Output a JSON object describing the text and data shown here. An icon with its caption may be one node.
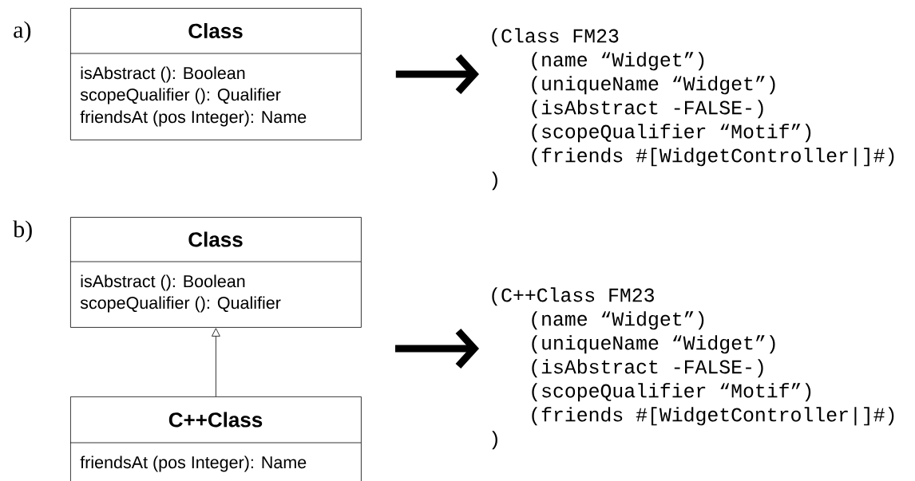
{
  "diagram": {
    "nodes": [
      {
        "text": [
          "Class",
          "isAbstract (): Boolean",
          "scopeQualifier (): Qualifier",
          "friendsAt (pos Integer): Name"
        ]
      },
      {
        "text": [
          "(Class FM23",
          "(name “Widget”)",
          "(uniqueName “Widget”)",
          "(isAbstract -FALSE-)",
          "(scopeQualifier “Motif”)",
          "(friends #[WidgetController|]#)",
          ")"
        ]
      },
      {
        "text": [
          "Class",
          "isAbstract (): Boolean",
          "scopeQualifier (): Qualifier"
        ]
      },
      {
        "text": [
          "C++Class",
          "friendsAt (pos Integer): Name"
        ]
      },
      {
        "text": [
          "(C++Class FM23",
          "(name “Widget”)",
          "(uniqueName “Widget”)",
          "(isAbstract -FALSE-)",
          "(scopeQualifier “Motif”)",
          "(friends #[WidgetController|]#)",
          ")"
        ]
      }
    ],
    "edges": [
      {
        "from": 0,
        "to": 1,
        "arrow": "to"
      },
      {
        "from": 3,
        "to": 2,
        "arrow": "to"
      },
      {
        "from": null,
        "to": 4,
        "arrow": "to"
      }
    ],
    "labels": [
      "a)",
      "b)"
    ]
  }
}
